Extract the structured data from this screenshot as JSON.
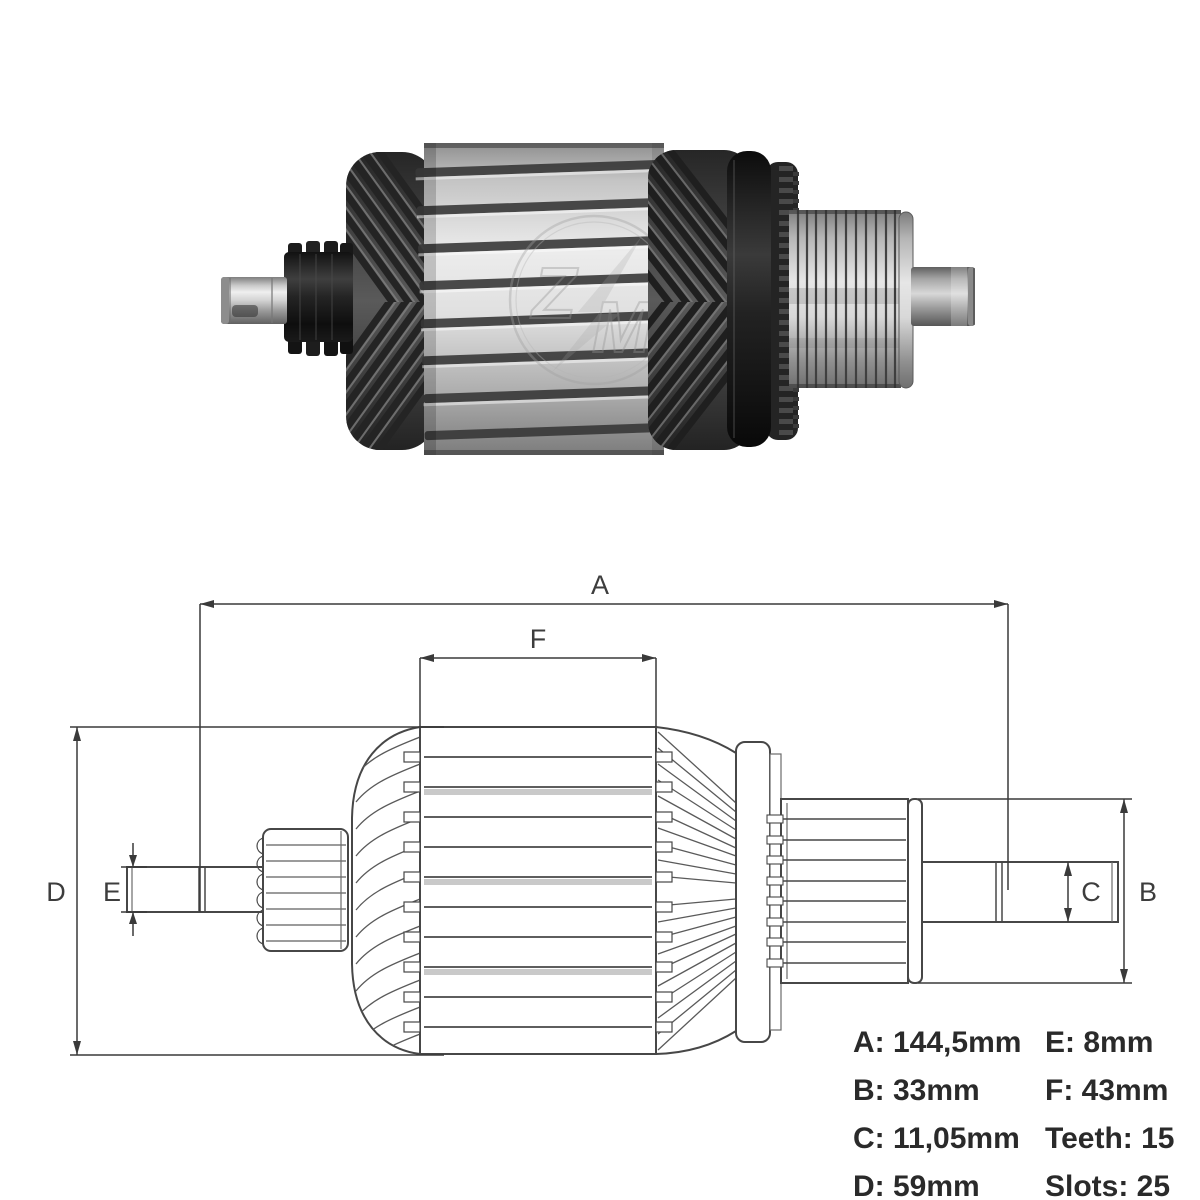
{
  "page": {
    "background": "#ffffff",
    "type": "product-image-armature"
  },
  "photo": {
    "watermark": {
      "z": "Z",
      "m": "M"
    }
  },
  "drawing": {
    "labels": {
      "a": "A",
      "b": "B",
      "c": "C",
      "d": "D",
      "e": "E",
      "f": "F"
    }
  },
  "specs": {
    "left_column": [
      {
        "label": "A",
        "value": "144,5mm",
        "text": "A: 144,5mm"
      },
      {
        "label": "B",
        "value": "33mm",
        "text": "B: 33mm"
      },
      {
        "label": "C",
        "value": "11,05mm",
        "text": "C: 11,05mm"
      },
      {
        "label": "D",
        "value": "59mm",
        "text": "D: 59mm"
      }
    ],
    "right_column": [
      {
        "label": "E",
        "value": "8mm",
        "text": "E: 8mm"
      },
      {
        "label": "F",
        "value": "43mm",
        "text": "F: 43mm"
      },
      {
        "label": "Teeth",
        "value": "15",
        "text": "Teeth: 15"
      },
      {
        "label": "Slots",
        "value": "25",
        "text": "Slots: 25"
      }
    ]
  },
  "colors": {
    "background": "#ffffff",
    "drawing_line": "#474747",
    "dimension_line": "#3a3a3a",
    "spec_text": "#2a2a2a",
    "metal_light": "#ececec",
    "metal_dark": "#2b2b2b"
  }
}
